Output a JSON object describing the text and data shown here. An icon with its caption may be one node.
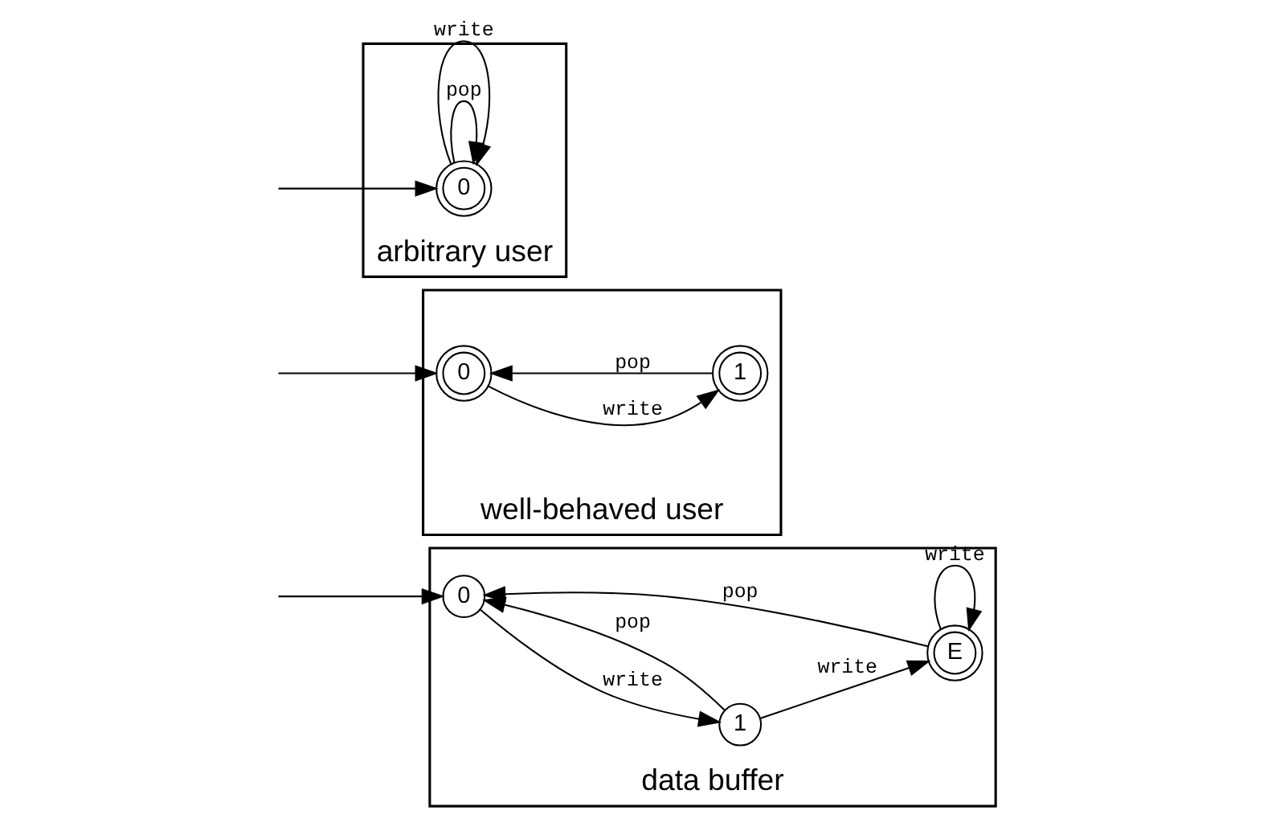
{
  "diagram": {
    "nodes": [
      {
        "text": [
          "data buffer"
        ]
      },
      {
        "text": [
          "0"
        ],
        "in": 0
      },
      {
        "text": [
          "1"
        ],
        "in": 0
      },
      {
        "text": [
          "E"
        ],
        "in": 0
      },
      {
        "text": [
          "well-behaved user"
        ]
      },
      {
        "text": [
          "0"
        ],
        "in": 4
      },
      {
        "text": [
          "1"
        ],
        "in": 4
      },
      {
        "text": [
          "arbitrary user"
        ]
      },
      {
        "text": [
          "0"
        ],
        "in": 7
      }
    ],
    "edges": [
      {
        "from": null,
        "to": 1,
        "arrow": "to"
      },
      {
        "from": 1,
        "to": 2,
        "arrow": "to",
        "label": "write"
      },
      {
        "from": 2,
        "to": 3,
        "arrow": "to",
        "label": "write"
      },
      {
        "from": 3,
        "to": 3,
        "arrow": "to",
        "label": "write"
      },
      {
        "from": 2,
        "to": 1,
        "arrow": "to",
        "label": "pop"
      },
      {
        "from": 3,
        "to": 1,
        "arrow": "to",
        "label": "pop"
      },
      {
        "from": null,
        "to": 5,
        "arrow": "to"
      },
      {
        "from": 5,
        "to": 6,
        "arrow": "to",
        "label": "write"
      },
      {
        "from": 6,
        "to": 5,
        "arrow": "to",
        "label": "pop"
      },
      {
        "from": null,
        "to": 8,
        "arrow": "to"
      },
      {
        "from": 8,
        "to": 8,
        "arrow": "to",
        "label": "pop"
      },
      {
        "from": 8,
        "to": 8,
        "arrow": "to",
        "label": "write"
      }
    ]
  }
}
